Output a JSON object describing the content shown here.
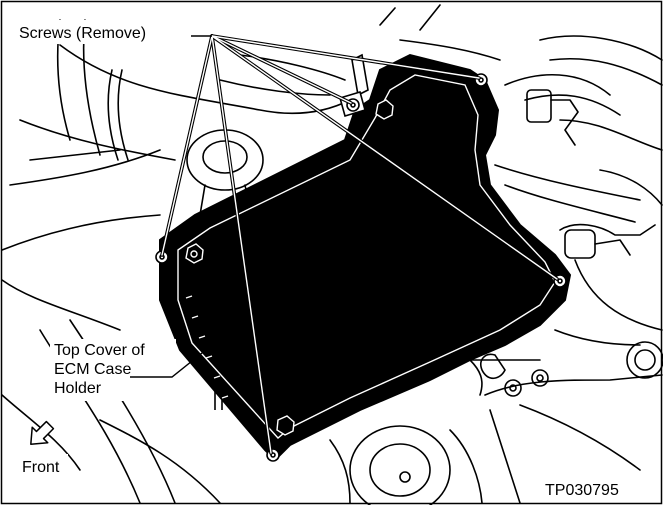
{
  "labels": {
    "screws": "Screws (Remove)",
    "cover_line1": "Top Cover of",
    "cover_line2": "ECM Case",
    "cover_line3": "Holder",
    "front": "Front",
    "figure_id": "TP030795"
  },
  "colors": {
    "ink": "#000000",
    "paper": "#ffffff",
    "cover": "#000000"
  },
  "icons": {
    "front_arrow": "front-direction-arrow-icon",
    "screw": "screw-head-icon"
  }
}
